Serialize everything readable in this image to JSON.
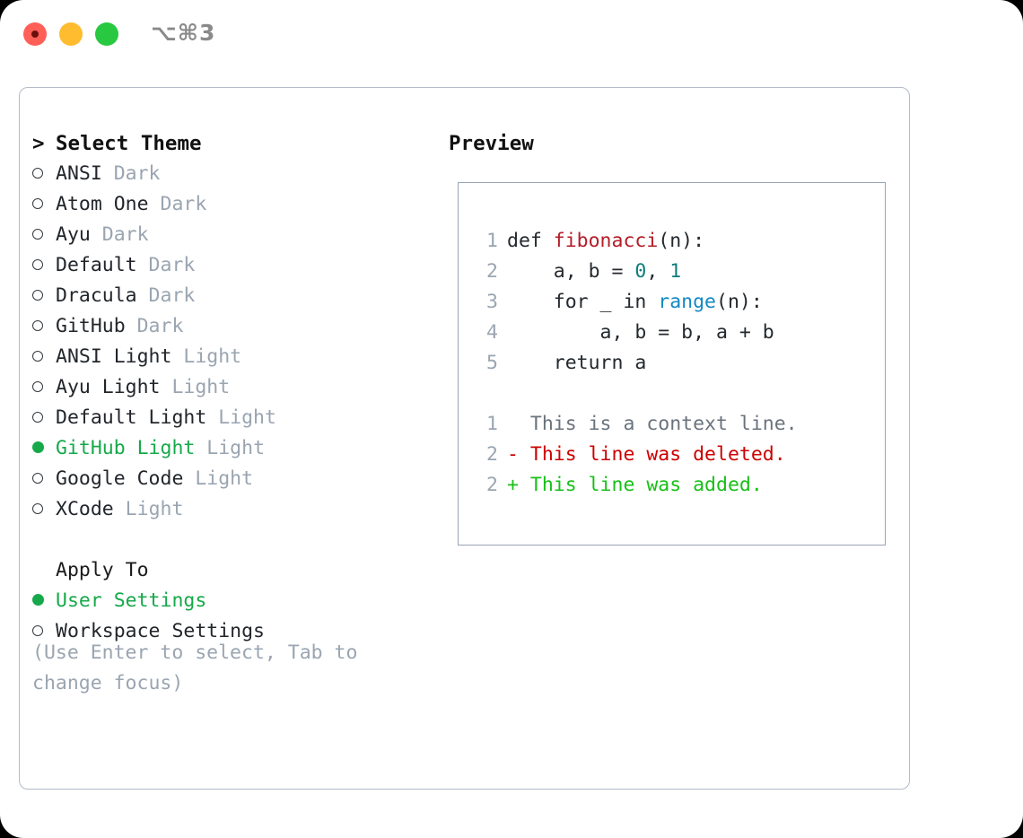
{
  "titlebar": {
    "shortcut": "⌥⌘3",
    "lights": [
      "close-red",
      "minimize-yellow",
      "maximize-green"
    ]
  },
  "theme_picker": {
    "header_prompt": "> ",
    "header": "Select Theme",
    "items": [
      {
        "marker": "○",
        "name": "ANSI",
        "variant": "Dark",
        "selected": false
      },
      {
        "marker": "○",
        "name": "Atom One",
        "variant": "Dark",
        "selected": false
      },
      {
        "marker": "○",
        "name": "Ayu",
        "variant": "Dark",
        "selected": false
      },
      {
        "marker": "○",
        "name": "Default",
        "variant": "Dark",
        "selected": false
      },
      {
        "marker": "○",
        "name": "Dracula",
        "variant": "Dark",
        "selected": false
      },
      {
        "marker": "○",
        "name": "GitHub",
        "variant": "Dark",
        "selected": false
      },
      {
        "marker": "○",
        "name": "ANSI Light",
        "variant": "Light",
        "selected": false
      },
      {
        "marker": "○",
        "name": "Ayu Light",
        "variant": "Light",
        "selected": false
      },
      {
        "marker": "○",
        "name": "Default Light",
        "variant": "Light",
        "selected": false
      },
      {
        "marker": "●",
        "name": "GitHub Light",
        "variant": "Light",
        "selected": true
      },
      {
        "marker": "○",
        "name": "Google Code",
        "variant": "Light",
        "selected": false
      },
      {
        "marker": "○",
        "name": "XCode",
        "variant": "Light",
        "selected": false
      }
    ]
  },
  "apply_to": {
    "label": "Apply To",
    "options": [
      {
        "marker": "●",
        "name": "User Settings",
        "selected": true
      },
      {
        "marker": "○",
        "name": "Workspace Settings",
        "selected": false
      }
    ]
  },
  "hint": "(Use Enter to select, Tab to change focus)",
  "preview": {
    "title": "Preview",
    "code_lines": [
      {
        "number": "1",
        "tokens": [
          {
            "t": "def ",
            "c": "plain"
          },
          {
            "t": "fibonacci",
            "c": "fn"
          },
          {
            "t": "(n):",
            "c": "plain"
          }
        ]
      },
      {
        "number": "2",
        "tokens": [
          {
            "t": "    a, b = ",
            "c": "plain"
          },
          {
            "t": "0",
            "c": "num"
          },
          {
            "t": ", ",
            "c": "plain"
          },
          {
            "t": "1",
            "c": "num"
          }
        ]
      },
      {
        "number": "3",
        "tokens": [
          {
            "t": "    for _ in ",
            "c": "plain"
          },
          {
            "t": "range",
            "c": "call"
          },
          {
            "t": "(n):",
            "c": "plain"
          }
        ]
      },
      {
        "number": "4",
        "tokens": [
          {
            "t": "        a, b = b, a + b",
            "c": "plain"
          }
        ]
      },
      {
        "number": "5",
        "tokens": [
          {
            "t": "    return a",
            "c": "plain"
          }
        ]
      }
    ],
    "diff_lines": [
      {
        "number": "1",
        "sign": "  ",
        "text": "This is a context line.",
        "kind": "ctx"
      },
      {
        "number": "2",
        "sign": "- ",
        "text": "This line was deleted.",
        "kind": "del"
      },
      {
        "number": "2",
        "sign": "+ ",
        "text": "This line was added.",
        "kind": "add"
      }
    ]
  },
  "colors": {
    "accent_green": "#16a94a",
    "muted": "#9aa5b1",
    "border": "#b3bcc7",
    "code_fn": "#b31d28",
    "code_num": "#0f7b7b",
    "code_call": "#1389c4",
    "diff_del": "#cc0000",
    "diff_add": "#18c018"
  }
}
